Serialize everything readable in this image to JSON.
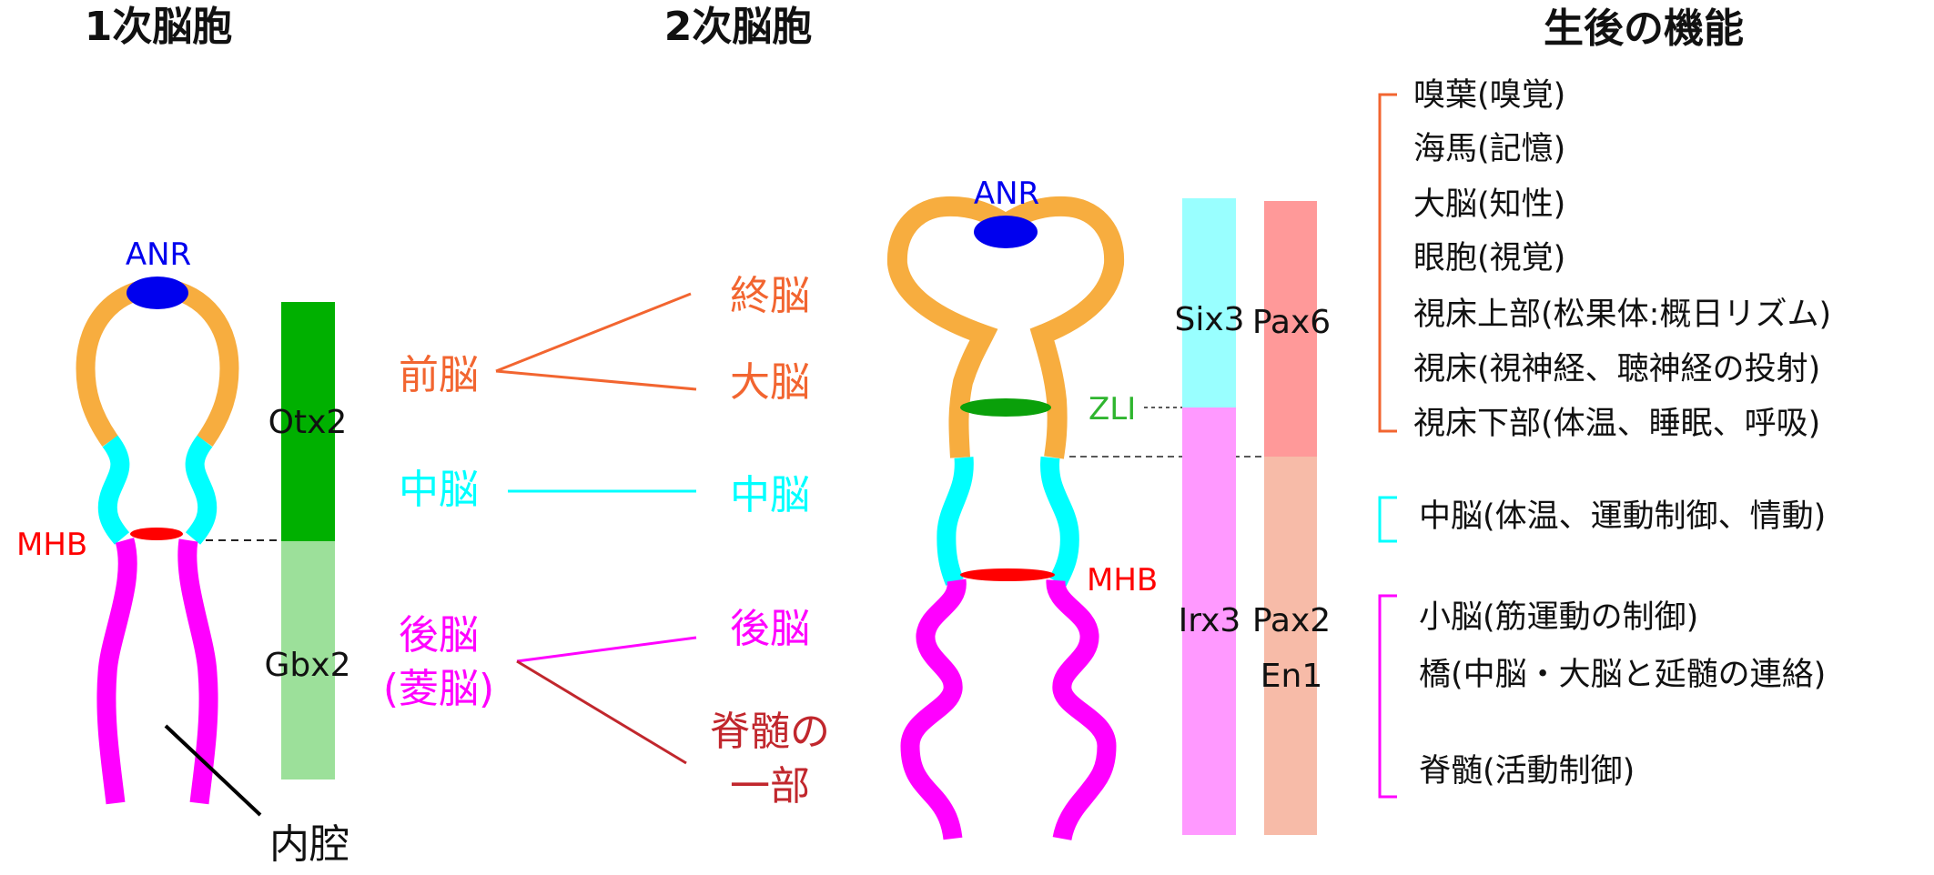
{
  "titles": {
    "primary": "1次脳胞",
    "secondary": "2次脳胞",
    "function": "生後の機能"
  },
  "primary_vesicle": {
    "anr": "ANR",
    "mhb": "MHB",
    "lumen": "内腔",
    "genes": {
      "upper": "Otx2",
      "lower": "Gbx2"
    }
  },
  "divisions": {
    "forebrain": "前脳",
    "midbrain": "中脳",
    "hindbrain": "後脳",
    "rhombencephalon": "(菱脳)",
    "telencephalon": "終脳",
    "cerebrum": "大脳",
    "midbrain_2": "中脳",
    "hindbrain_2": "後脳",
    "spinal_part_1": "脊髄の",
    "spinal_part_2": "一部"
  },
  "secondary_vesicle": {
    "anr": "ANR",
    "zli": "ZLI",
    "mhb": "MHB",
    "genes": {
      "six3": "Six3",
      "pax6": "Pax6",
      "irx3": "Irx3",
      "pax2": "Pax2",
      "en1": "En1"
    }
  },
  "functions": {
    "forebrain": [
      "嗅葉(嗅覚)",
      "海馬(記憶)",
      "大脳(知性)",
      "眼胞(視覚)",
      "視床上部(松果体:概日リズム)",
      "視床(視神経、聴神経の投射)",
      "視床下部(体温、睡眠、呼吸)"
    ],
    "midbrain": [
      "中脳(体温、運動制御、情動)"
    ],
    "hindbrain": [
      "小脳(筋運動の制御)",
      "橋(中脳・大脳と延髄の連絡)",
      "脊髄(活動制御)"
    ]
  },
  "colors": {
    "forebrain": "#f7ad3f",
    "midbrain": "#00ffff",
    "hindbrain": "#ff00ff",
    "forebrain_text": "#f26530",
    "spinal_text": "#c1272d",
    "anr": "#0000ee",
    "mhb": "#ff0000",
    "zli": "#0aa00a",
    "otx2": "#00b000",
    "gbx2": "#9ce09a",
    "six3": "#99ffff",
    "irx3": "#ff99ff",
    "pax6": "#ff9999",
    "pax2": "#f7bba8"
  }
}
